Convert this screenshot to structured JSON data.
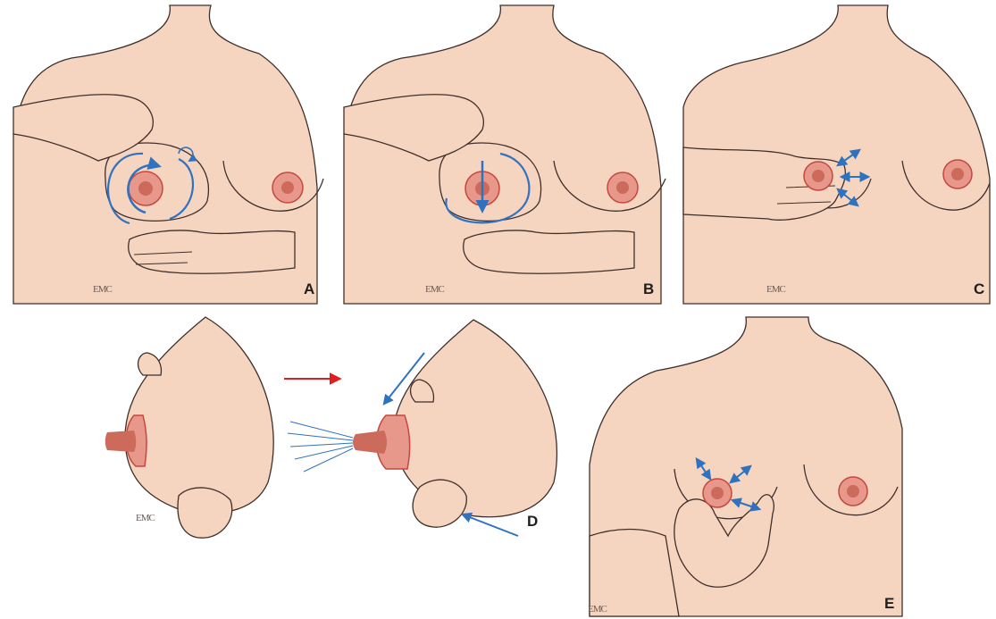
{
  "panels": [
    {
      "id": "A",
      "label": "A",
      "mark": "EMC",
      "arrow_kind": "circular"
    },
    {
      "id": "B",
      "label": "B",
      "mark": "EMC",
      "arrow_kind": "downward"
    },
    {
      "id": "C",
      "label": "C",
      "mark": "EMC",
      "arrow_kind": "outward"
    },
    {
      "id": "D",
      "label": "D",
      "mark": "EMC",
      "arrow_kind": "expression"
    },
    {
      "id": "E",
      "label": "E",
      "mark": "EMC",
      "arrow_kind": "outward"
    }
  ],
  "colors": {
    "skin": "#f6d5c0",
    "outline": "#3f2f2a",
    "areola": "#e8988a",
    "areola_edge": "#c5473f",
    "nipple": "#cc6a5c",
    "arrow_blue": "#2f72bf",
    "arrow_red": "#e02020",
    "label": "#1e1e1e"
  }
}
